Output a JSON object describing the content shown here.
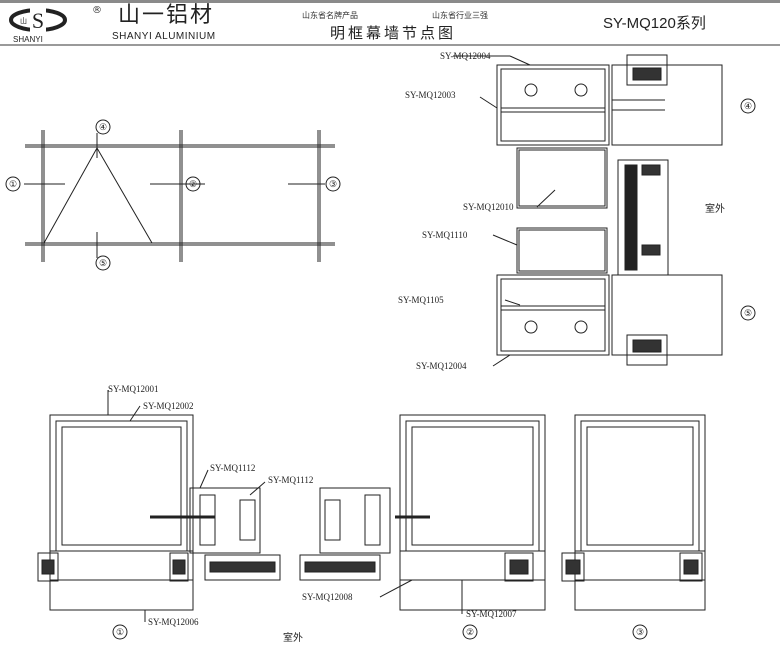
{
  "header": {
    "logo_text": "S",
    "logo_inner": "山",
    "logo_brand": "SHANYI",
    "registered": "®",
    "company_cn": "山一铝材",
    "company_en": "SHANYI ALUMINIUM",
    "slogan_1": "山东省名牌产品",
    "slogan_2": "山东省行业三强",
    "title": "明框幕墙节点图",
    "series": "SY-MQ120系列"
  },
  "elevation": {
    "markers": [
      "④",
      "⑤",
      "①",
      "②",
      "③"
    ]
  },
  "vertical_section": {
    "labels": [
      "SY-MQ12004",
      "SY-MQ12003",
      "SY-MQ12010",
      "SY-MQ1110",
      "SY-MQ1105",
      "SY-MQ12004"
    ],
    "outside": "室外",
    "markers": [
      "④",
      "⑤"
    ]
  },
  "horizontal_section": {
    "labels": [
      "SY-MQ12001",
      "SY-MQ12002",
      "SY-MQ1112",
      "SY-MQ1112",
      "SY-MQ12006",
      "SY-MQ12008",
      "SY-MQ12007"
    ],
    "outside": "室外",
    "markers": [
      "①",
      "②",
      "③"
    ]
  }
}
